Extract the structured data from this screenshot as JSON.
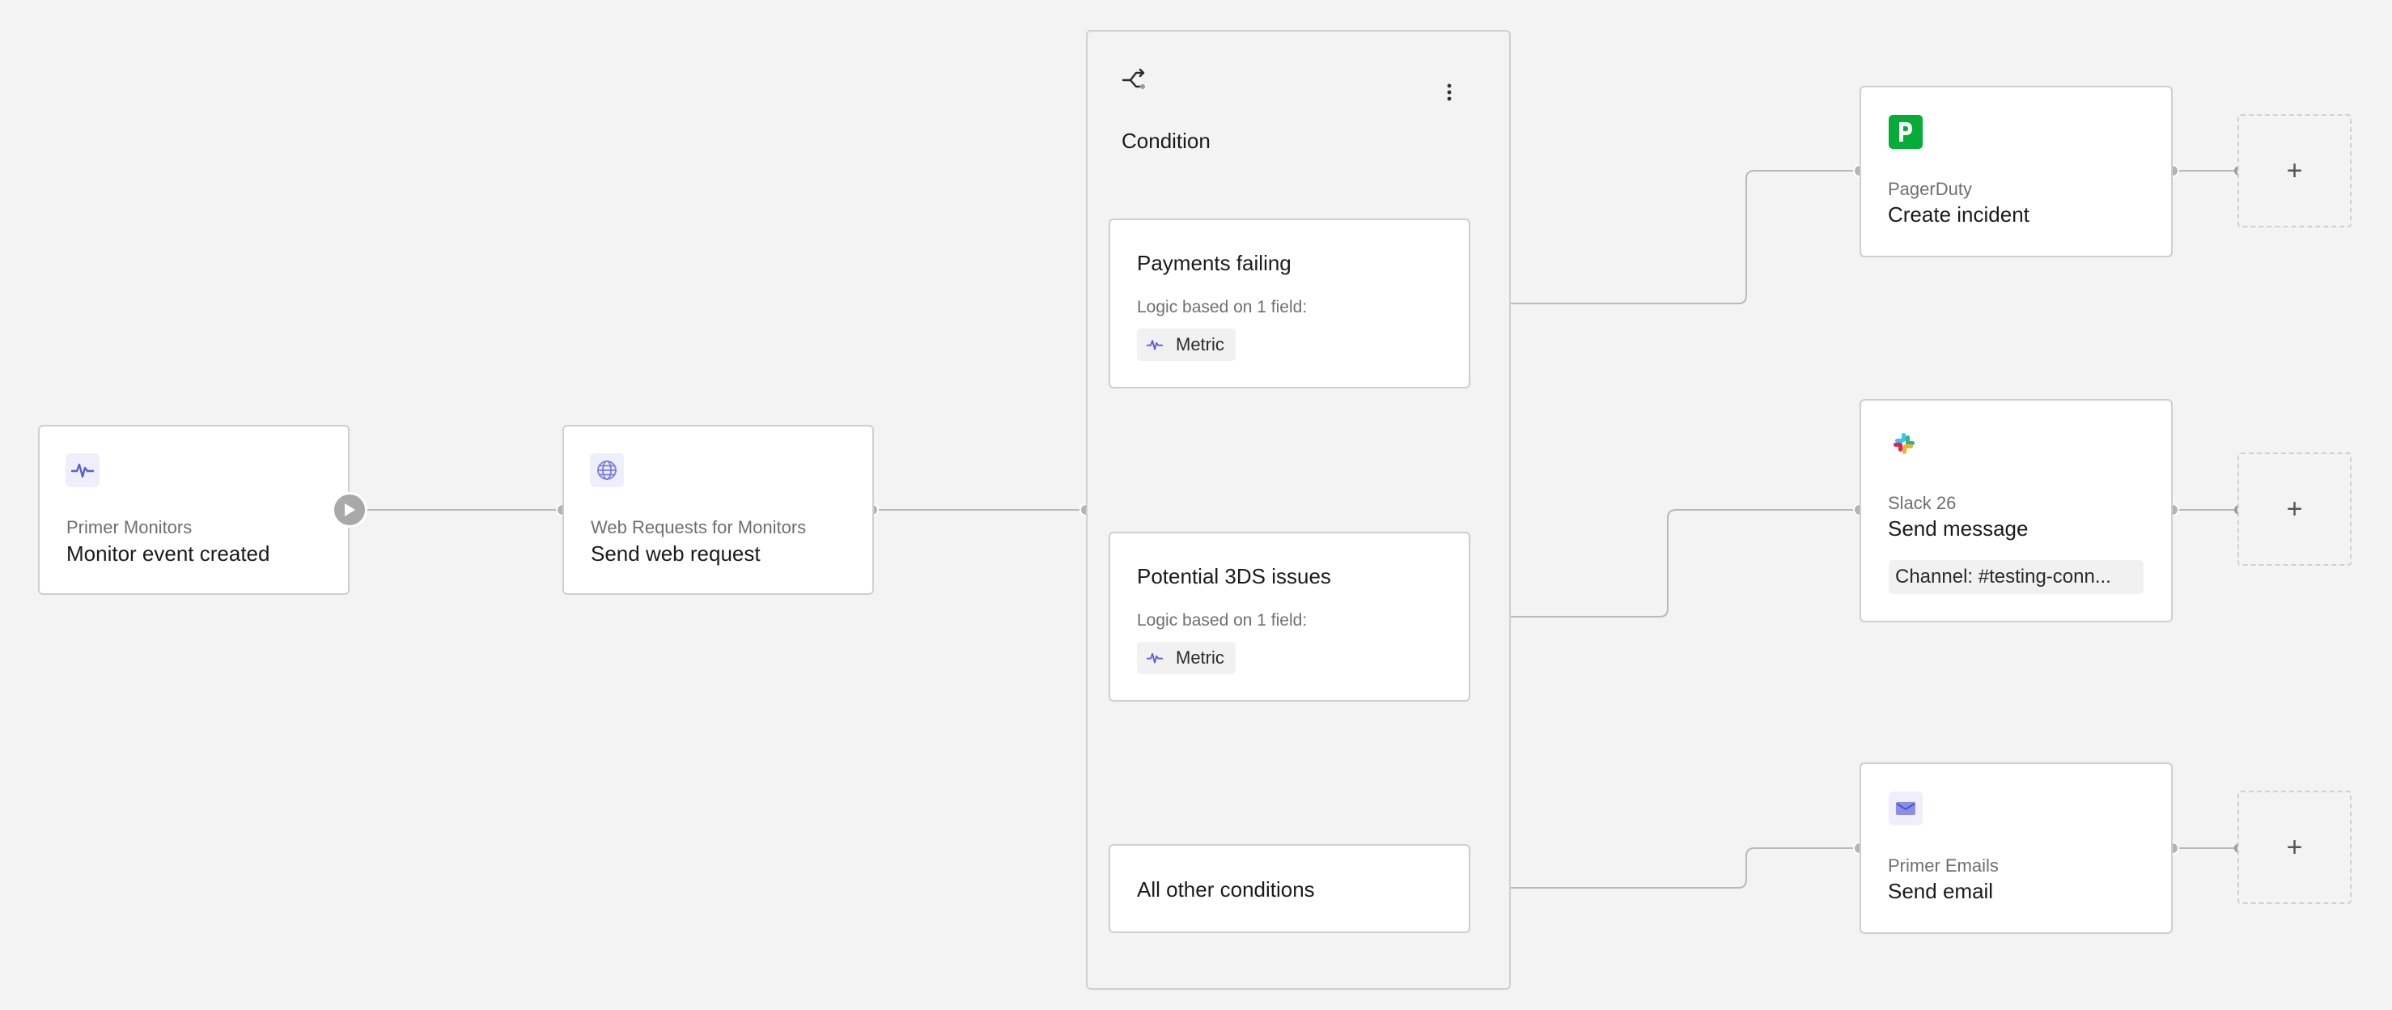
{
  "trigger": {
    "icon": "pulse-icon",
    "app_name": "Primer Monitors",
    "action": "Monitor event created"
  },
  "web_request": {
    "icon": "globe-icon",
    "app_name": "Web Requests for Monitors",
    "action": "Send web request"
  },
  "condition": {
    "icon": "branch-icon",
    "title": "Condition",
    "menu_icon": "more-vertical-icon",
    "branches": [
      {
        "name": "Payments failing",
        "logic_label": "Logic based on 1 field:",
        "field_chip": "Metric"
      },
      {
        "name": "Potential 3DS issues",
        "logic_label": "Logic based on 1 field:",
        "field_chip": "Metric"
      },
      {
        "name": "All other conditions"
      }
    ]
  },
  "actions": [
    {
      "icon": "pagerduty-icon",
      "app_name": "PagerDuty",
      "action": "Create incident",
      "brand_color": "#06ac38"
    },
    {
      "icon": "slack-icon",
      "app_name": "Slack 26",
      "action": "Send message",
      "channel": "Channel: #testing-conn..."
    },
    {
      "icon": "email-icon",
      "app_name": "Primer Emails",
      "action": "Send email"
    }
  ],
  "add_step_label": "+",
  "colors": {
    "background": "#f3f3f3",
    "card_border": "#cfcfcf",
    "connector": "#b4b4b4",
    "accent": "#5b5fd6"
  }
}
